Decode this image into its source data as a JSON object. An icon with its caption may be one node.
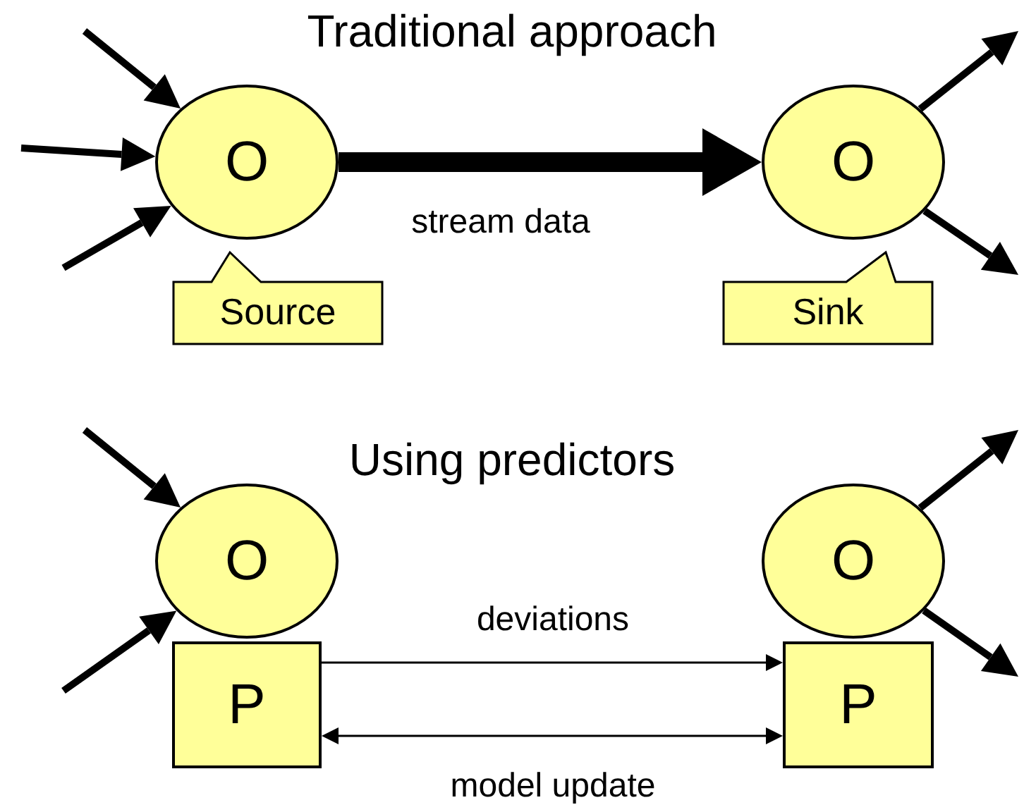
{
  "diagram": {
    "title": "Traditional approach",
    "nodes": [
      {
        "text": [
          "O"
        ]
      },
      {
        "text": [
          "Source"
        ]
      },
      {
        "text": [
          "O"
        ]
      },
      {
        "text": [
          "Sink"
        ]
      },
      {
        "text": [
          "O"
        ]
      },
      {
        "text": [
          "P"
        ]
      },
      {
        "text": [
          "O"
        ]
      },
      {
        "text": [
          "P"
        ]
      }
    ],
    "edges": [
      {
        "from": null,
        "to": 0,
        "arrow": "to"
      },
      {
        "from": null,
        "to": 0,
        "arrow": "to"
      },
      {
        "from": null,
        "to": 0,
        "arrow": "to"
      },
      {
        "from": 0,
        "to": 2,
        "arrow": "to",
        "label": "stream data",
        "style": "thick"
      },
      {
        "from": 2,
        "to": null,
        "arrow": "to"
      },
      {
        "from": 2,
        "to": null,
        "arrow": "to"
      },
      {
        "from": null,
        "to": 4,
        "arrow": "to"
      },
      {
        "from": null,
        "to": 4,
        "arrow": "to"
      },
      {
        "from": 5,
        "to": 7,
        "arrow": "to",
        "label": "deviations"
      },
      {
        "from": 5,
        "to": 7,
        "arrow": "both",
        "label": "model update"
      },
      {
        "from": 6,
        "to": null,
        "arrow": "to"
      },
      {
        "from": 6,
        "to": null,
        "arrow": "to"
      }
    ],
    "labels": [
      "Using predictors"
    ]
  }
}
